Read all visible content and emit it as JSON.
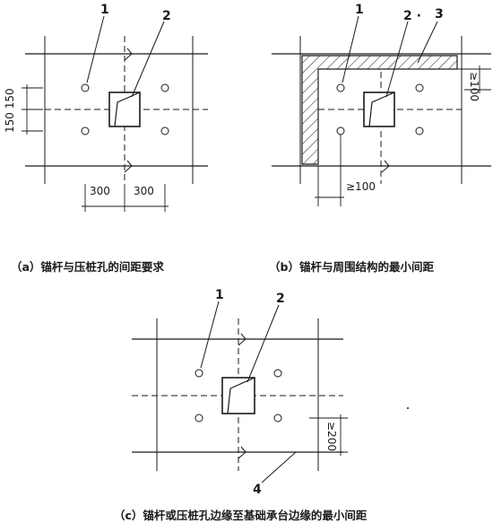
{
  "captions": {
    "a": "（a）锚杆与压桩孔的间距要求",
    "b": "（b）锚杆与周围结构的最小间距",
    "c": "（c）锚杆或压桩孔边缘至基础承台边缘的最小间距"
  },
  "labels": {
    "a1": "1",
    "a2": "2",
    "b1": "1",
    "b2": "2 ·",
    "b3": "3",
    "c1": "1",
    "c2": "2",
    "c4": "4"
  },
  "dims": {
    "a_left": "150 150",
    "a_bottom_left": "300",
    "a_bottom_right": "300",
    "b_right": "≥100",
    "b_bottom": "≥100",
    "c_right": "≥200"
  }
}
